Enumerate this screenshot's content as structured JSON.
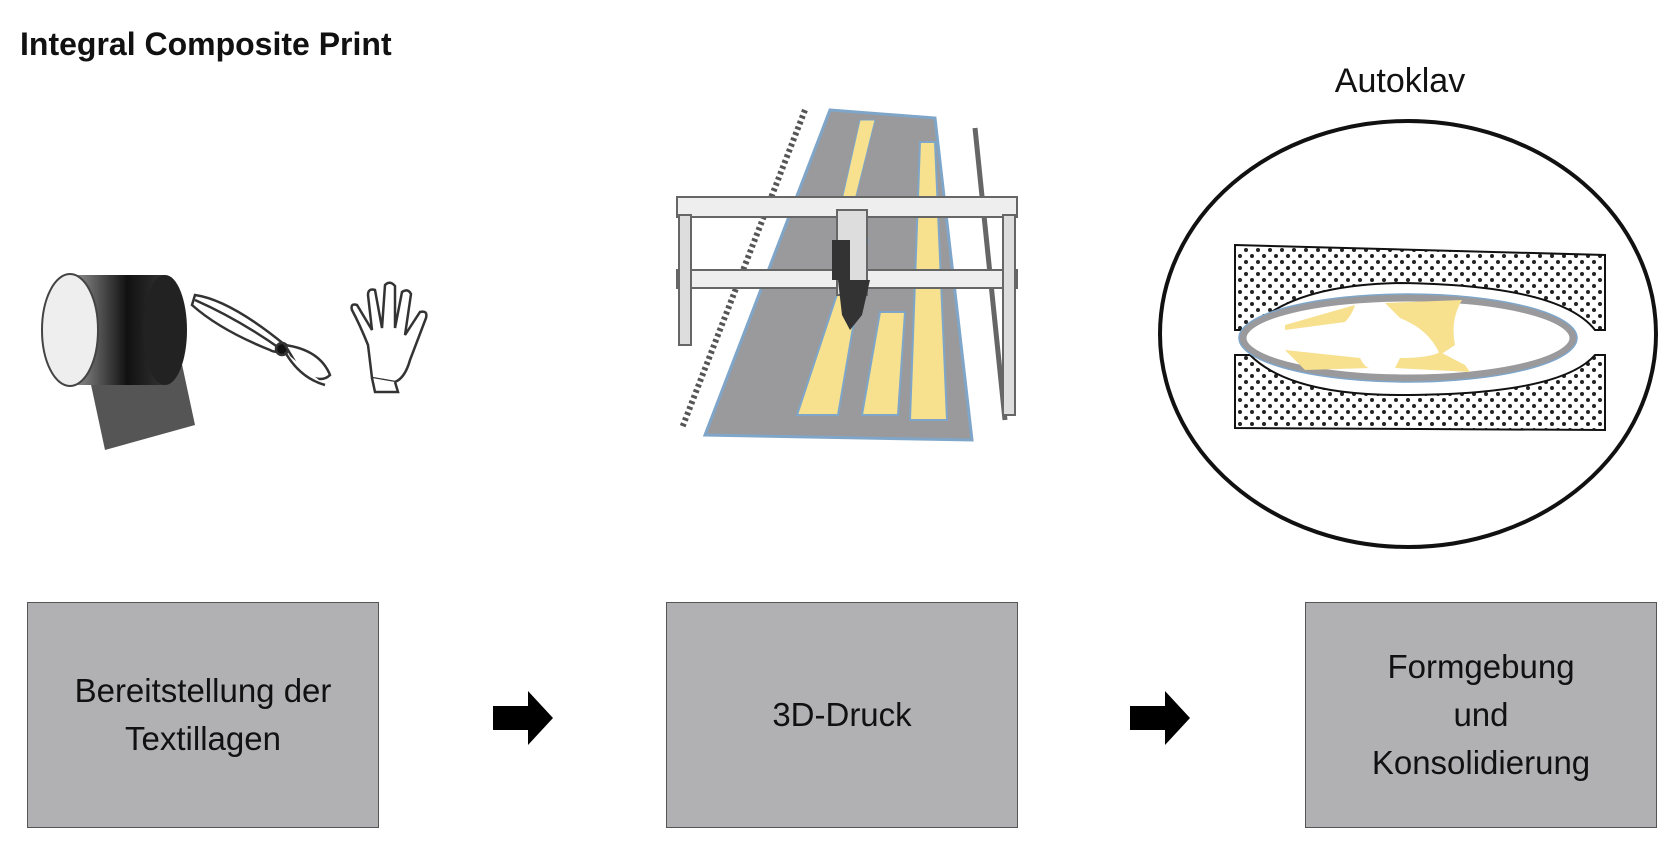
{
  "title": "Integral Composite Print",
  "autoclave_label": "Autoklav",
  "steps": [
    {
      "lines": [
        "Bereitstellung der",
        "Textillagen"
      ]
    },
    {
      "lines": [
        "3D-Druck"
      ]
    },
    {
      "lines": [
        "Formgebung",
        "und",
        "Konsolidierung"
      ]
    }
  ],
  "colors": {
    "box": "#b1b1b3",
    "fiber": "#f7e08e",
    "print_bed": "#9a9a9c",
    "outline": "#7fa6c9"
  }
}
